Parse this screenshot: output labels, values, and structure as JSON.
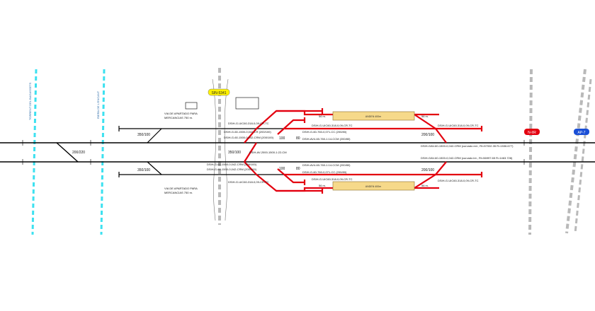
{
  "vertical_labels": {
    "left1": "TORRENT DEL BAGASSETS",
    "left2": "RIERA DE L'ENCANT"
  },
  "station_tag": "SIN-5341",
  "markers": {
    "nr": "N-IIR",
    "ap": "AP-7"
  },
  "sidings": {
    "top_title_1": "VIA DE APARTADO PARA",
    "top_title_2": "MERCANCIAS 750 m.",
    "bottom_title_1": "VIA DE APARTADO PARA",
    "bottom_title_2": "MERCANCIAS 750 m."
  },
  "platforms": {
    "top": "ANDEN 400m",
    "bottom": "ANDEN 400m"
  },
  "dimensions": {
    "d56_1": "56 m.",
    "d56_2": "56 m.",
    "d56_3": "56 m.",
    "d56_4": "56 m."
  },
  "ratios": {
    "r350_top": "350/100",
    "r350_bot": "350/100",
    "r350_mid": "350/100",
    "r200_top": "200/100",
    "r200_bot": "200/100",
    "r200_left": "200/220",
    "r100_top": "100",
    "r80_top": "80",
    "r100_bot": "100",
    "r80_bot": "80"
  },
  "switches": {
    "t_uic_left": "DSIH-G-UIC60-318-0,09-CR-TC",
    "t_uic_mid": "DSIH-G-UIC60-318-0,09-CR-TC",
    "t_uic_right": "DSIH-G-UIC60-318-0,09-CR-TC",
    "t_60_1": "DSIH-G-60-1500-0,042-CR (200/100)",
    "t_60_2": "DSIH-G-60-1500-0,042-CRM (200/100)",
    "t_60_760": "DSIH-G-60-760-0,071-CC (200/80)",
    "t_av4": "DSIH-AV4-60-760-1:14-CCM (200/80)",
    "main_ext": "DSIH-GAV-60-1500-0,042-CRM (curvado ext., RI=57002.35 R=1536.677)",
    "main_int": "DSIH-GAV-60-1500-0,042-CRM (curvado int., RI=56997.65 R=1463.728)",
    "esih": "ESIH-AV-2000-1500-1:22-CM",
    "b_60_1": "DSIH-G-60-1500-0,042-CRM (200/100)",
    "b_60_2": "DSIH-G-60-1500-0,042-CRM (200/100)",
    "b_av4": "DSIH-AV4-60-760-1:14-CCM (200/80)",
    "b_60_760": "DSIH-G-60-760-0,071-CC (200/80)",
    "b_uic_mid": "DSIH-G-UIC60-318-0,09-CR-TC",
    "b_uic_left": "DSIH-G-UIC60-318-0,09-CR-TC",
    "b_uic_right": "DSIH-G-UIC60-318-0,09-CR-TC"
  },
  "colors": {
    "track": "#000000",
    "new_track": "#e3000f",
    "river": "#3de1f0",
    "road": "#b9b9b9",
    "platform": "#f6d98a",
    "tag": "#fff200",
    "nr": "#e3000f",
    "ap": "#1a4fd6"
  }
}
